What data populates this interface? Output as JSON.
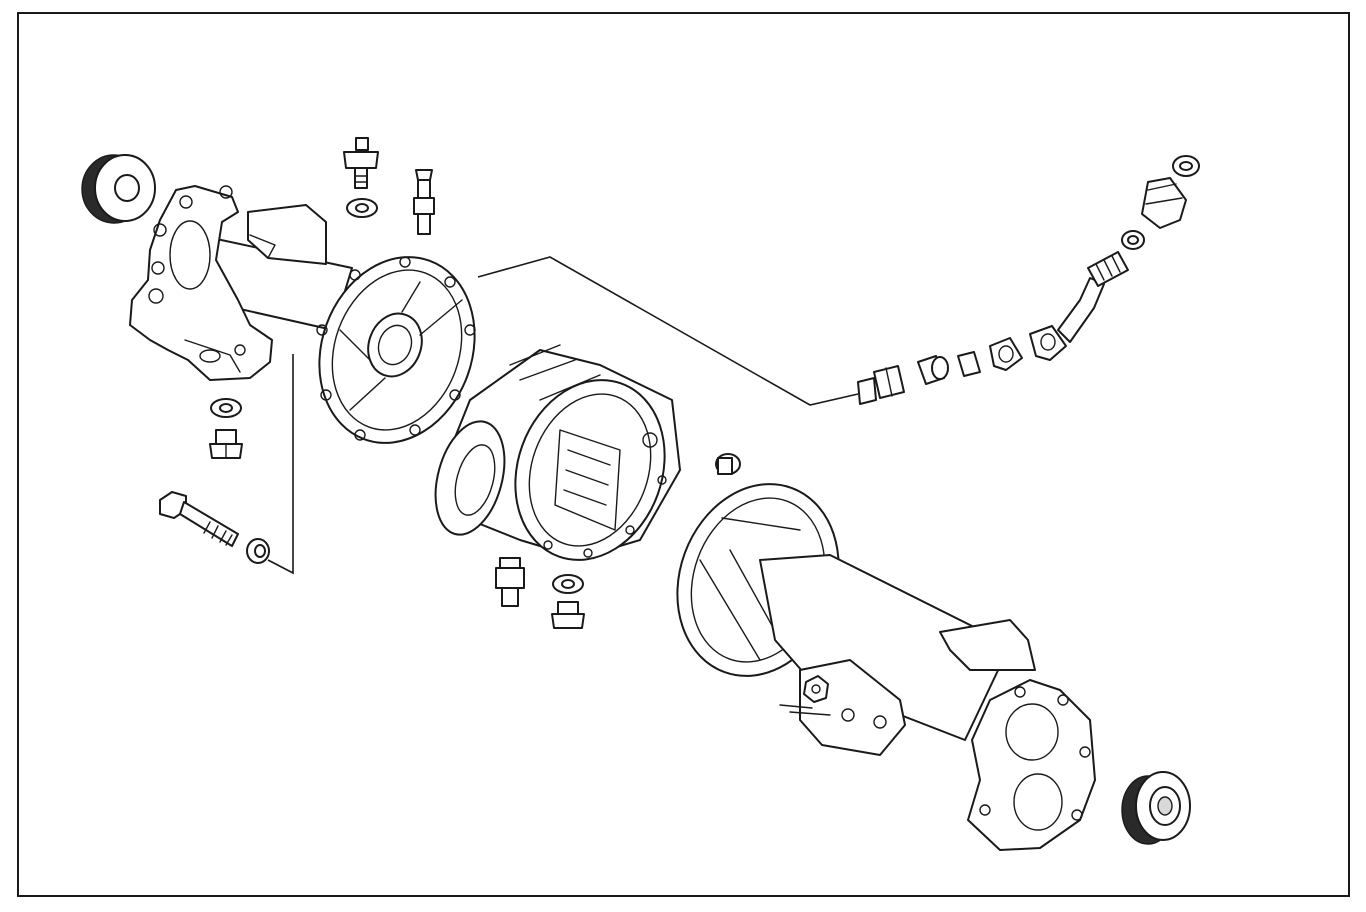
{
  "diagram": {
    "kind": "exploded parts view",
    "stroke_color": "#1a1a1a",
    "background_color": "#ffffff",
    "parts": [
      "bearing-left",
      "axle-housing-left",
      "breather-valve",
      "breather-washer",
      "drain-plug",
      "drain-washer",
      "carrier-bolt",
      "bolt-washer",
      "center-flange",
      "differential-carrier",
      "filler-plug",
      "filler-washer",
      "fitting-valve",
      "axle-housing-right",
      "bearing-right",
      "hex-nut",
      "bleeder-cap",
      "vent-hose-assembly",
      "hose-fitting",
      "hose-union",
      "hose-nut",
      "rubber-cap",
      "cap-washer"
    ]
  }
}
